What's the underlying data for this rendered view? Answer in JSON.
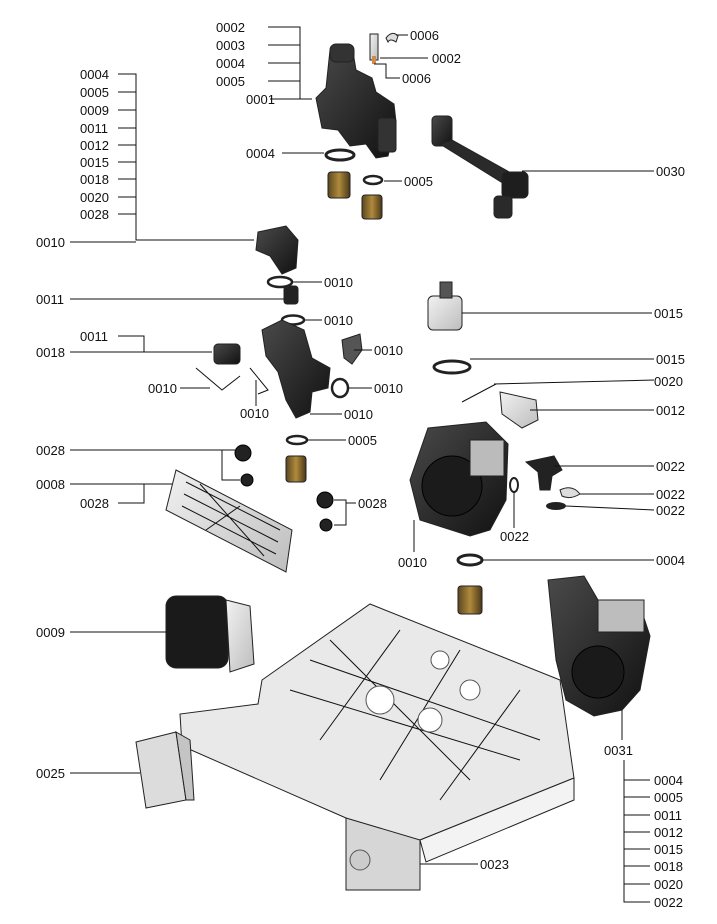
{
  "labels": {
    "t0002a": "0002",
    "t0003a": "0003",
    "t0004a": "0004",
    "t0005a": "0005",
    "t0001": "0001",
    "t0006a": "0006",
    "t0002b": "0002",
    "t0006b": "0006",
    "t0004b": "0004",
    "t0005b": "0005",
    "t0030": "0030",
    "lg0004": "0004",
    "lg0005": "0005",
    "lg0009": "0009",
    "lg0011": "0011",
    "lg0012": "0012",
    "lg0015": "0015",
    "lg0018": "0018",
    "lg0020": "0020",
    "lg0028": "0028",
    "t0010a": "0010",
    "t0010b": "0010",
    "t0011a": "0011",
    "t0010c": "0010",
    "t0015a": "0015",
    "t0011b": "0011",
    "t0018": "0018",
    "t0010d": "0010",
    "t0010e": "0010",
    "t0015b": "0015",
    "t0010f": "0010",
    "t0010g": "0010",
    "t0010h": "0010",
    "t0020": "0020",
    "t0012": "0012",
    "t0028a": "0028",
    "t0005c": "0005",
    "t0022a": "0022",
    "t0008": "0008",
    "t0028b": "0028",
    "t0022b": "0022",
    "t0022c": "0022",
    "t0028c": "0028",
    "t0022d": "0022",
    "t0010i": "0010",
    "t0004c": "0004",
    "t0009": "0009",
    "t0031": "0031",
    "t0025": "0025",
    "rg0004": "0004",
    "rg0005": "0005",
    "rg0011": "0011",
    "rg0012": "0012",
    "rg0015": "0015",
    "rg0018": "0018",
    "rg0020": "0020",
    "rg0022": "0022",
    "t0023": "0023"
  }
}
